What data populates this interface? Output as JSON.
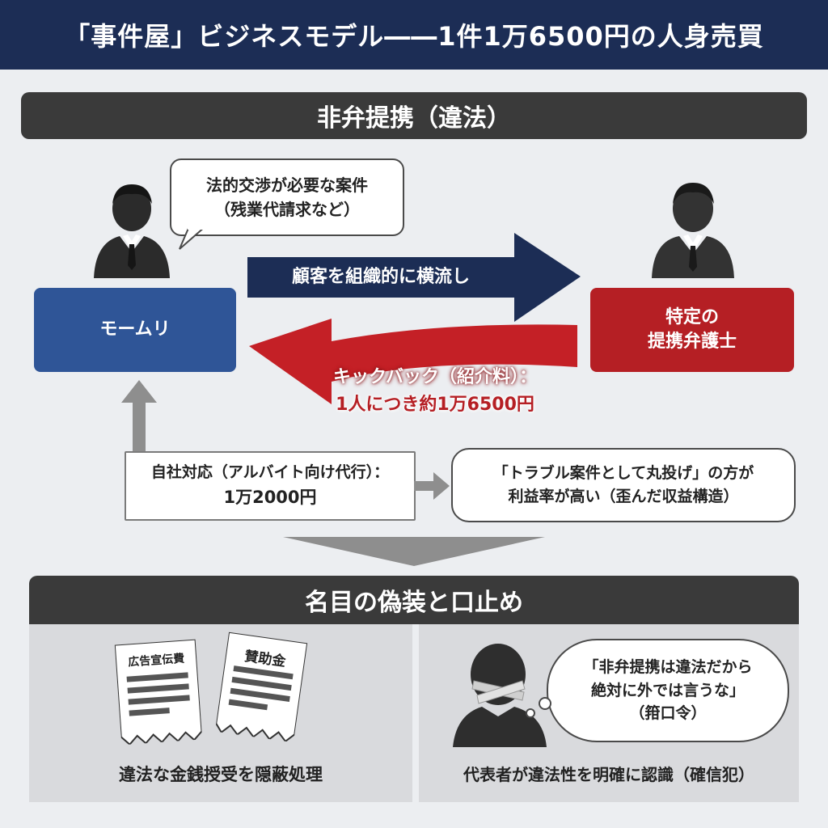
{
  "header": {
    "title": "「事件屋」ビジネスモデル――1件1万6500円の人身売買"
  },
  "section1": {
    "title": "非弁提携（違法）",
    "speech_bubble": {
      "line1": "法的交渉が必要な案件",
      "line2": "（残業代請求など）"
    },
    "left_box": {
      "label": "モームリ",
      "color": "#2f5597"
    },
    "right_box": {
      "line1": "特定の",
      "line2": "提携弁護士",
      "color": "#b51f24"
    },
    "forward_arrow": {
      "label": "顧客を組織的に横流し",
      "color": "#1c2d55"
    },
    "return_arrow": {
      "line1": "キックバック（紹介料）：",
      "line2": "1人につき約1万6500円",
      "color": "#c42026"
    },
    "in_house": {
      "line1": "自社対応（アルバイト向け代行）：",
      "line2": "1万2000円"
    },
    "conclusion_bubble": {
      "line1": "「トラブル案件として丸投げ」の方が",
      "line2": "利益率が高い（歪んだ収益構造）"
    }
  },
  "section2": {
    "title": "名目の偽装と口止め",
    "left_panel": {
      "doc1_title": "広告宣伝費",
      "doc2_title": "賛助金",
      "caption": "違法な金銭授受を隠蔽処理"
    },
    "right_panel": {
      "quote_line1": "「非弁提携は違法だから",
      "quote_line2": "絶対に外では言うな」",
      "quote_line3": "（箝口令）",
      "caption": "代表者が違法性を明確に認識（確信犯）"
    }
  }
}
